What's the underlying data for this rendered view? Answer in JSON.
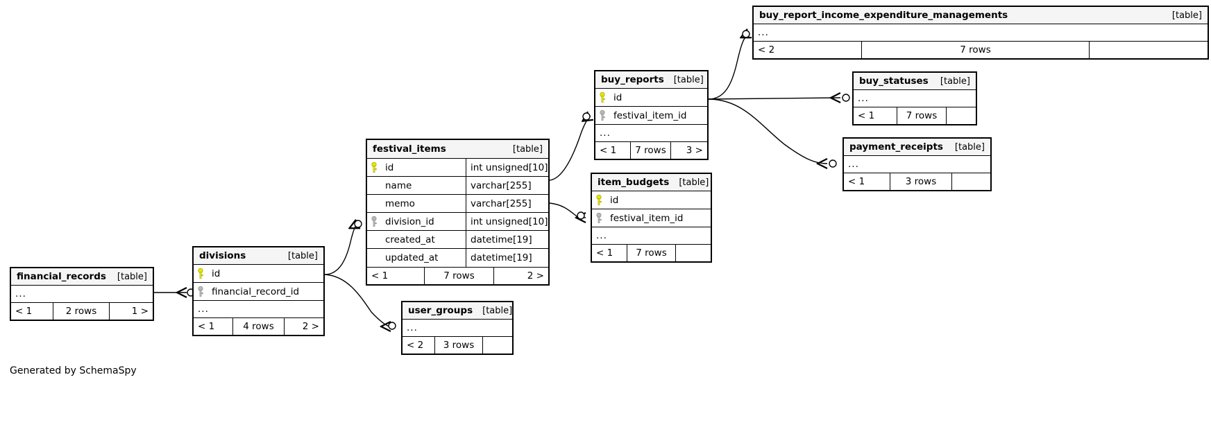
{
  "diagram": {
    "tool": "SchemaSpy",
    "credit": "Generated by SchemaSpy",
    "table_tag": "[table]",
    "ellipsis": "...",
    "colors": {
      "border": "#000000",
      "header_bg": "#f5f5f5",
      "body_bg": "#ffffff",
      "page_bg": "#ffffff",
      "primary_key": "#e8e800",
      "foreign_key": "#b0b0b0",
      "edge": "#000000"
    }
  },
  "tables": [
    {
      "id": "buy_report_income_expenditure_managements",
      "name": "buy_report_income_expenditure_managements",
      "tag": "[table]",
      "columns": [
        {
          "key": "none",
          "name": "...",
          "type": ""
        }
      ],
      "footer": {
        "left": "< 2",
        "center": "7 rows",
        "right": ""
      }
    },
    {
      "id": "buy_statuses",
      "name": "buy_statuses",
      "tag": "[table]",
      "columns": [
        {
          "key": "none",
          "name": "...",
          "type": ""
        }
      ],
      "footer": {
        "left": "< 1",
        "center": "7 rows",
        "right": ""
      }
    },
    {
      "id": "payment_receipts",
      "name": "payment_receipts",
      "tag": "[table]",
      "columns": [
        {
          "key": "none",
          "name": "...",
          "type": ""
        }
      ],
      "footer": {
        "left": "< 1",
        "center": "3 rows",
        "right": ""
      }
    },
    {
      "id": "buy_reports",
      "name": "buy_reports",
      "tag": "[table]",
      "columns": [
        {
          "key": "primary",
          "name": "id",
          "type": ""
        },
        {
          "key": "foreign",
          "name": "festival_item_id",
          "type": ""
        },
        {
          "key": "none",
          "name": "...",
          "type": ""
        }
      ],
      "footer": {
        "left": "< 1",
        "center": "7 rows",
        "right": "3 >"
      }
    },
    {
      "id": "item_budgets",
      "name": "item_budgets",
      "tag": "[table]",
      "columns": [
        {
          "key": "primary",
          "name": "id",
          "type": ""
        },
        {
          "key": "foreign",
          "name": "festival_item_id",
          "type": ""
        },
        {
          "key": "none",
          "name": "...",
          "type": ""
        }
      ],
      "footer": {
        "left": "< 1",
        "center": "7 rows",
        "right": ""
      }
    },
    {
      "id": "festival_items",
      "name": "festival_items",
      "tag": "[table]",
      "columns": [
        {
          "key": "primary",
          "name": "id",
          "type": "int unsigned[10]"
        },
        {
          "key": "none",
          "name": "name",
          "type": "varchar[255]"
        },
        {
          "key": "none",
          "name": "memo",
          "type": "varchar[255]"
        },
        {
          "key": "foreign",
          "name": "division_id",
          "type": "int unsigned[10]"
        },
        {
          "key": "none",
          "name": "created_at",
          "type": "datetime[19]"
        },
        {
          "key": "none",
          "name": "updated_at",
          "type": "datetime[19]"
        }
      ],
      "footer": {
        "left": "< 1",
        "center": "7 rows",
        "right": "2 >"
      }
    },
    {
      "id": "divisions",
      "name": "divisions",
      "tag": "[table]",
      "columns": [
        {
          "key": "primary",
          "name": "id",
          "type": ""
        },
        {
          "key": "foreign",
          "name": "financial_record_id",
          "type": ""
        },
        {
          "key": "none",
          "name": "...",
          "type": ""
        }
      ],
      "footer": {
        "left": "< 1",
        "center": "4 rows",
        "right": "2 >"
      }
    },
    {
      "id": "financial_records",
      "name": "financial_records",
      "tag": "[table]",
      "columns": [
        {
          "key": "none",
          "name": "...",
          "type": ""
        }
      ],
      "footer": {
        "left": "< 1",
        "center": "2 rows",
        "right": "1 >"
      }
    },
    {
      "id": "user_groups",
      "name": "user_groups",
      "tag": "[table]",
      "columns": [
        {
          "key": "none",
          "name": "...",
          "type": ""
        }
      ],
      "footer": {
        "left": "< 2",
        "center": "3 rows",
        "right": ""
      }
    }
  ],
  "relationships": [
    {
      "from": "buy_reports",
      "to": "buy_report_income_expenditure_managements"
    },
    {
      "from": "buy_reports",
      "to": "buy_statuses"
    },
    {
      "from": "buy_reports",
      "to": "payment_receipts"
    },
    {
      "from": "festival_items",
      "to": "buy_reports"
    },
    {
      "from": "festival_items",
      "to": "item_budgets"
    },
    {
      "from": "divisions",
      "to": "festival_items"
    },
    {
      "from": "divisions",
      "to": "user_groups"
    },
    {
      "from": "financial_records",
      "to": "divisions"
    }
  ]
}
